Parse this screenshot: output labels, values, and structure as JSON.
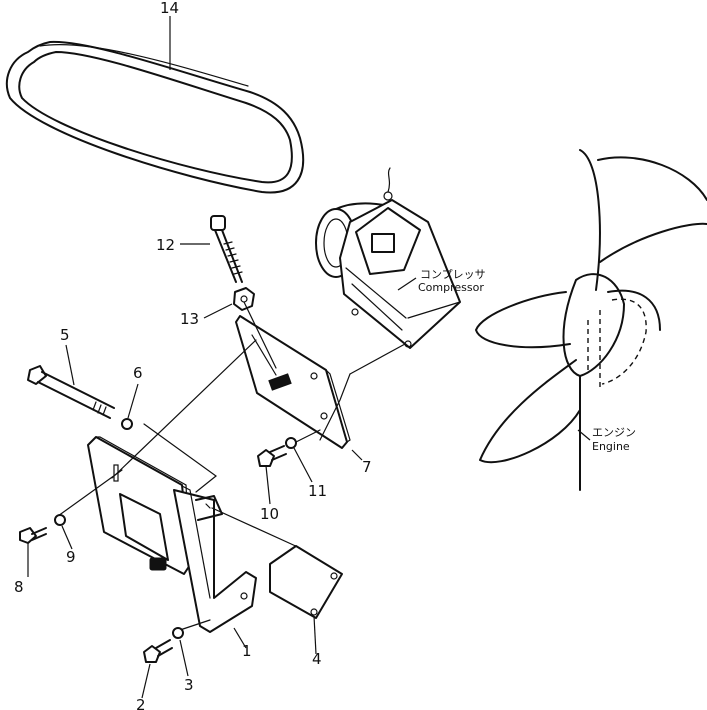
{
  "callouts": {
    "c1": "1",
    "c2": "2",
    "c3": "3",
    "c4": "4",
    "c5": "5",
    "c6": "6",
    "c7": "7",
    "c8": "8",
    "c9": "9",
    "c10": "10",
    "c11": "11",
    "c12": "12",
    "c13": "13",
    "c14": "14"
  },
  "labels": {
    "compressor_jp": "コンプレッサ",
    "compressor_en": "Compressor",
    "engine_jp": "エンジン",
    "engine_en": "Engine"
  }
}
